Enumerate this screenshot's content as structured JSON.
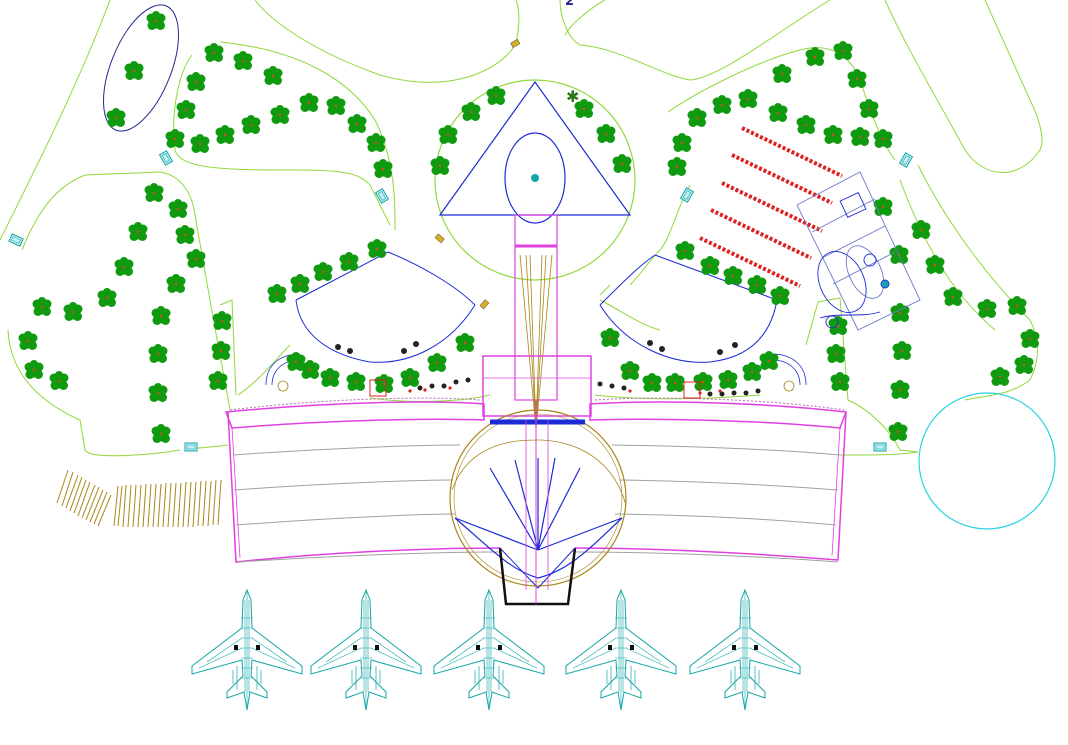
{
  "drawing": {
    "north_label": "2",
    "colors": {
      "background": "#ffffff",
      "boundary": "#8fd93a",
      "tree": "#0f9a0f",
      "tree_dot": "#e04a1a",
      "road": "#1b2bd6",
      "building": "#e040e0",
      "aircraft": "#14a6a6",
      "column": "#a8861a",
      "pond": "#27d4e0",
      "parking": "#e02020",
      "grey_line": "#a0a0a0"
    },
    "aircraft_count": 5,
    "icons": [
      "tree-icon",
      "aircraft-icon",
      "parking-stall",
      "shelter-icon",
      "palm-icon"
    ]
  }
}
